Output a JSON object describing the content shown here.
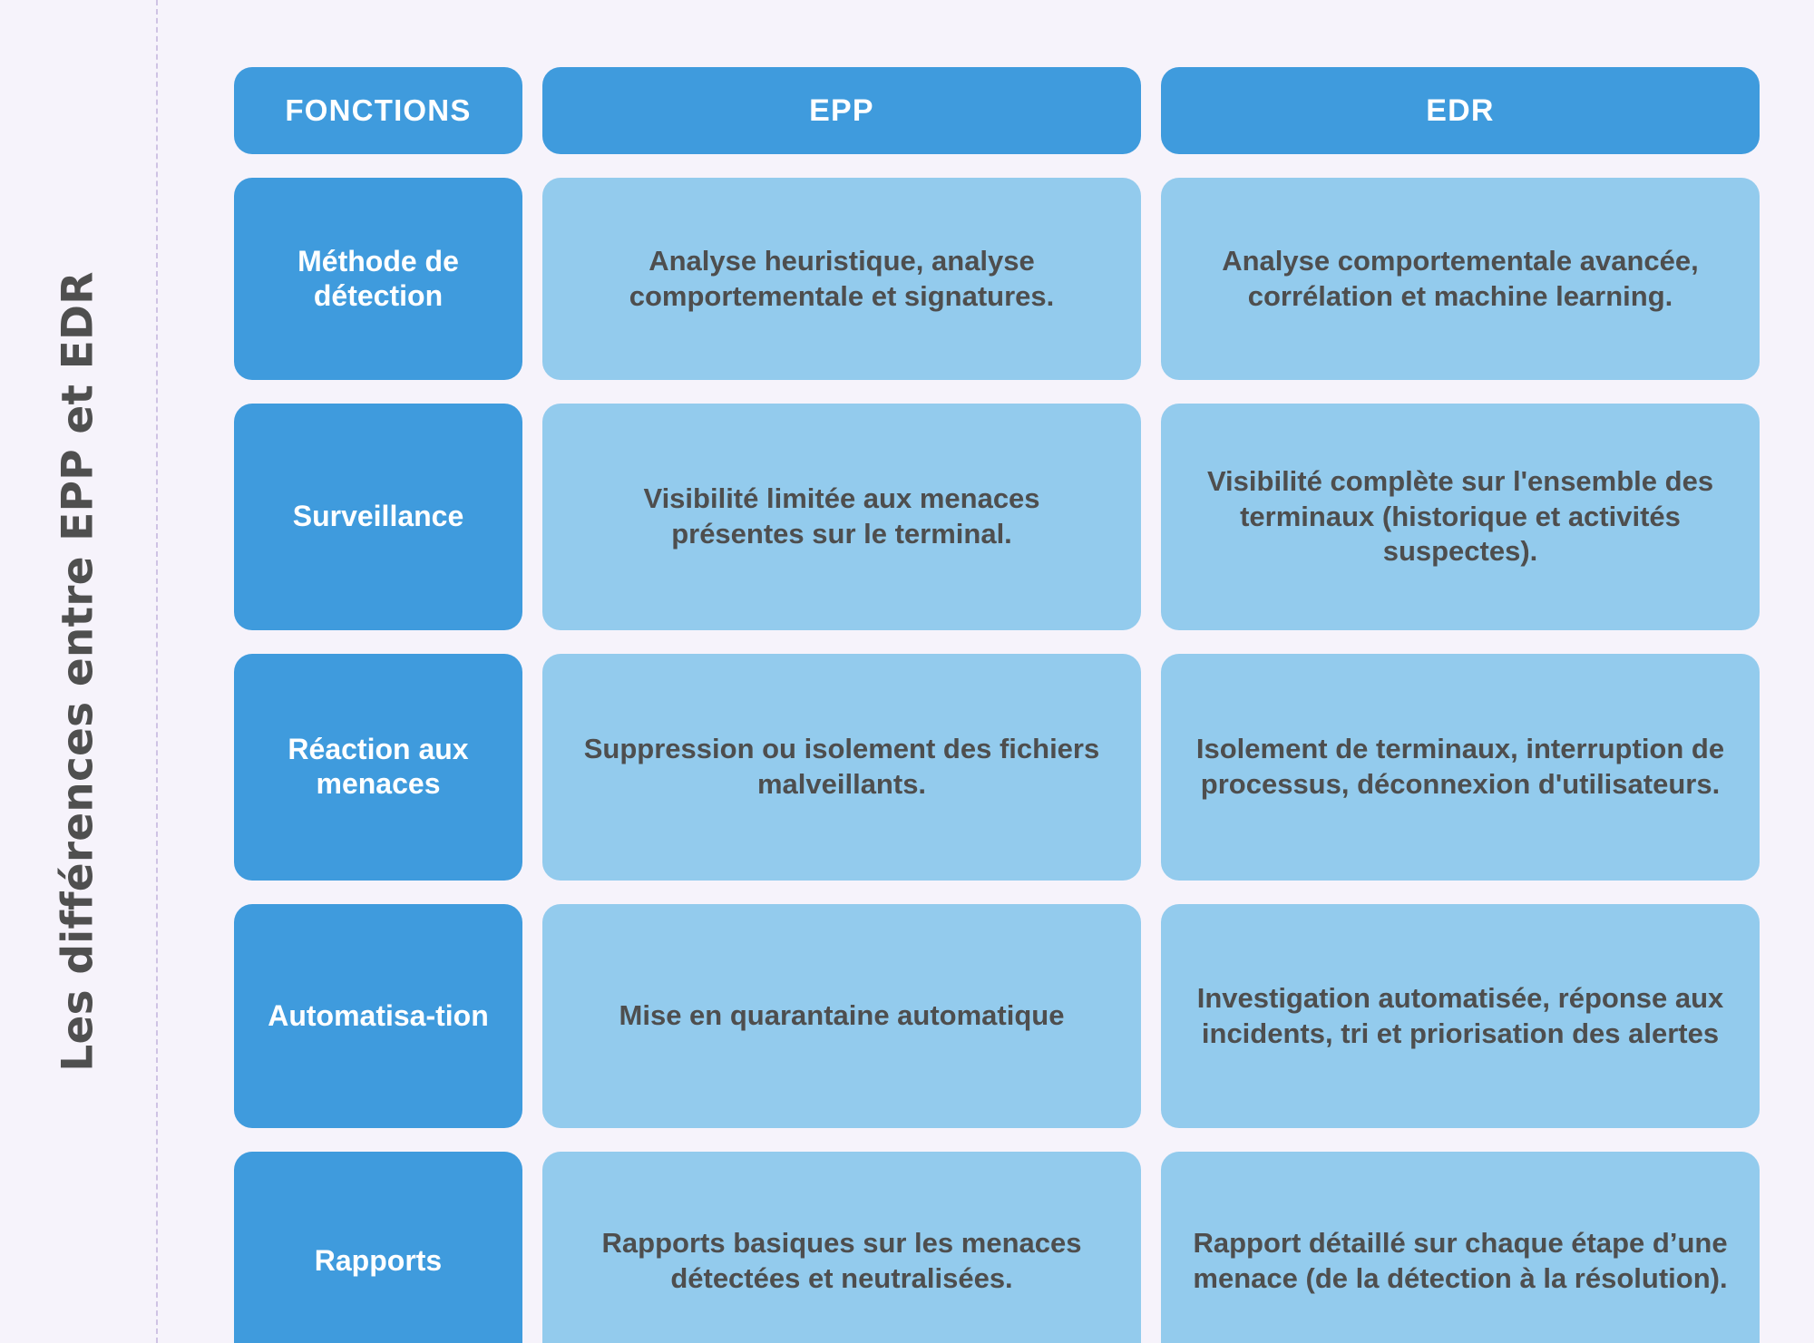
{
  "page": {
    "background_color": "#f6f3fb",
    "side_title": "Les différences entre EPP et EDR",
    "accent_dark_blue": "#3f9bdd",
    "accent_light_blue": "#93cbed",
    "text_dark": "#4e4e4e",
    "guide_line_color": "#cfc3e4"
  },
  "table": {
    "headers": {
      "functions": "FONCTIONS",
      "epp": "EPP",
      "edr": "EDR"
    },
    "rows": [
      {
        "function": "Méthode de détection",
        "epp": "Analyse heuristique, analyse comportementale et signatures.",
        "edr": "Analyse comportementale avancée, corrélation et machine learning."
      },
      {
        "function": "Surveillance",
        "epp": "Visibilité limitée aux menaces présentes sur le terminal.",
        "edr": "Visibilité complète sur l'ensemble des terminaux (historique et activités suspectes)."
      },
      {
        "function": "Réaction aux menaces",
        "epp": "Suppression ou isolement des fichiers malveillants.",
        "edr": "Isolement de terminaux, interruption de processus, déconnexion d'utilisateurs."
      },
      {
        "function": "Automatisa-tion",
        "epp": "Mise en quarantaine automatique",
        "edr": "Investigation automatisée, réponse aux incidents, tri et priorisation des alertes"
      },
      {
        "function": "Rapports",
        "epp": "Rapports basiques sur les menaces détectées et neutralisées.",
        "edr": "Rapport détaillé sur chaque étape d’une menace (de la détection à la résolution)."
      }
    ]
  }
}
